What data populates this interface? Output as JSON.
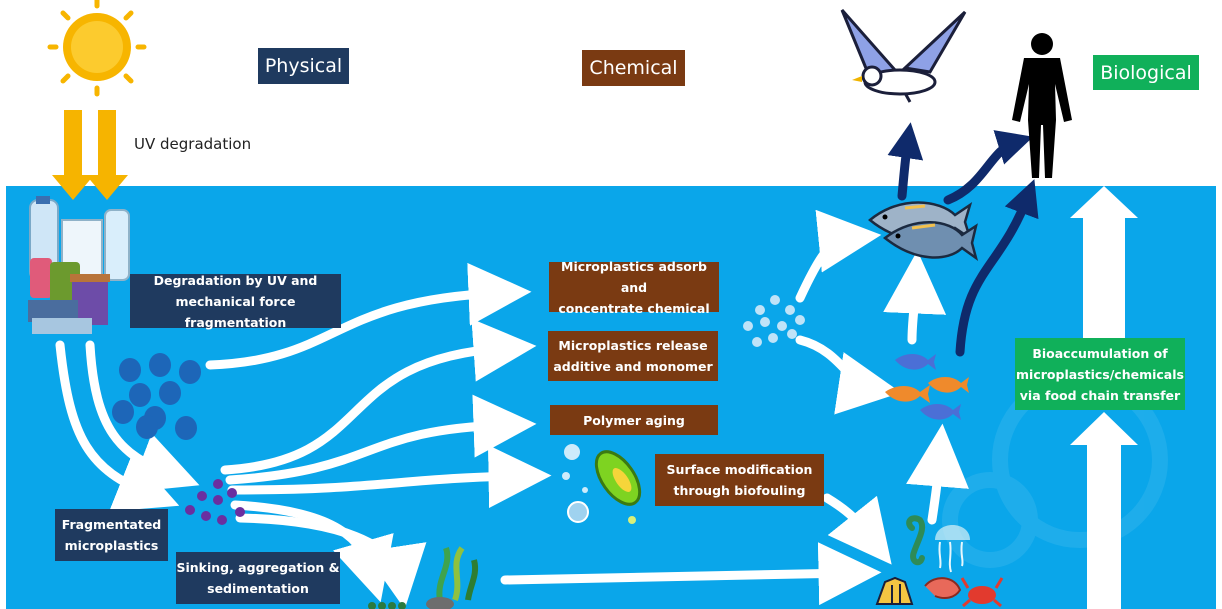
{
  "headers": {
    "physical": "Physical",
    "chemical": "Chemical",
    "biological": "Biological"
  },
  "labels": {
    "uv_degradation": "UV degradation",
    "degradation_box": [
      "Degradation by UV and",
      "mechanical force fragmentation"
    ],
    "fragmentated_box": [
      "Fragmentated",
      "microplastics"
    ],
    "sinking_box": [
      "Sinking, aggregation &",
      "sedimentation"
    ],
    "adsorb_box": [
      "Microplastics adsorb and",
      "concentrate chemical"
    ],
    "release_box": [
      "Microplastics release",
      "additive and monomer"
    ],
    "aging_box": "Polymer aging",
    "biofouling_box": [
      "Surface modification",
      "through biofouling"
    ],
    "bioaccumulation_box": [
      "Bioaccumulation of",
      "microplastics/chemicals",
      "via food chain transfer"
    ]
  },
  "colors": {
    "water": "#0aa6ea",
    "physical_box": "#1f3a5f",
    "chemical_box": "#7a3a12",
    "biological_box": "#10b05a",
    "navy_arrow": "#0f2a6b",
    "uv_arrow": "#f6b400"
  },
  "icons": [
    "sun-icon",
    "plastic-waste-icon",
    "seagull-icon",
    "human-icon",
    "tuna-fish-icon",
    "small-fish-icon",
    "bacteria-icon",
    "seahorse-icon",
    "jellyfish-icon",
    "shrimp-icon",
    "crab-icon",
    "seaweed-icon",
    "shell-icon"
  ]
}
